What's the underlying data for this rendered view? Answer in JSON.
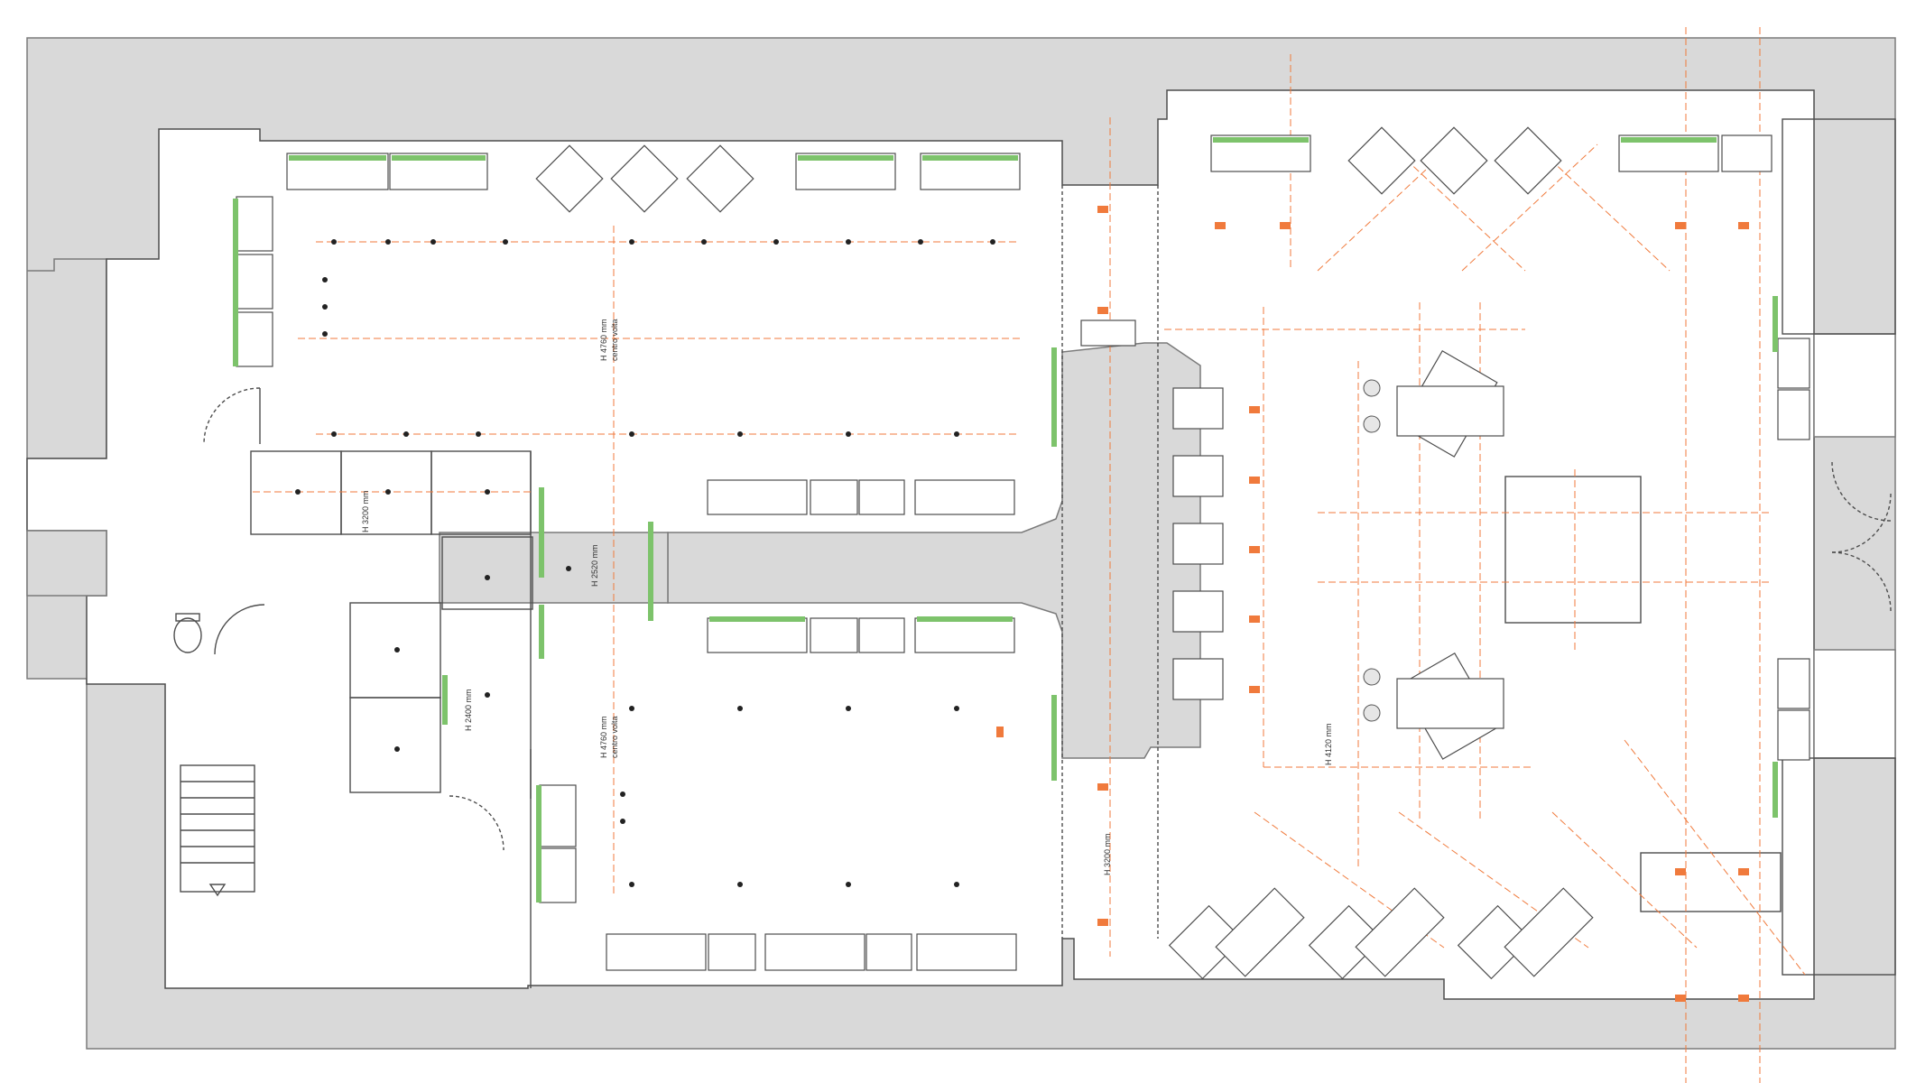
{
  "colors": {
    "wall": "#d9d9d9",
    "wall_stroke": "#7a7a7a",
    "floor": "#ffffff",
    "line": "#4d4d4d",
    "accent_orange": "#f07a3c",
    "accent_green": "#7dc36b",
    "dark": "#222222"
  },
  "labels": {
    "h4760_top_1": "H 4760 mm",
    "h4760_top_2": "centro volta",
    "h3200_top": "H 3200 mm",
    "h2520": "H 2520 mm",
    "h2400": "H 2400 mm",
    "h4760_bot_1": "H 4760 mm",
    "h4760_bot_2": "centro volta",
    "h3200_bot": "H 3200 mm",
    "h4120": "H 4120 mm"
  }
}
